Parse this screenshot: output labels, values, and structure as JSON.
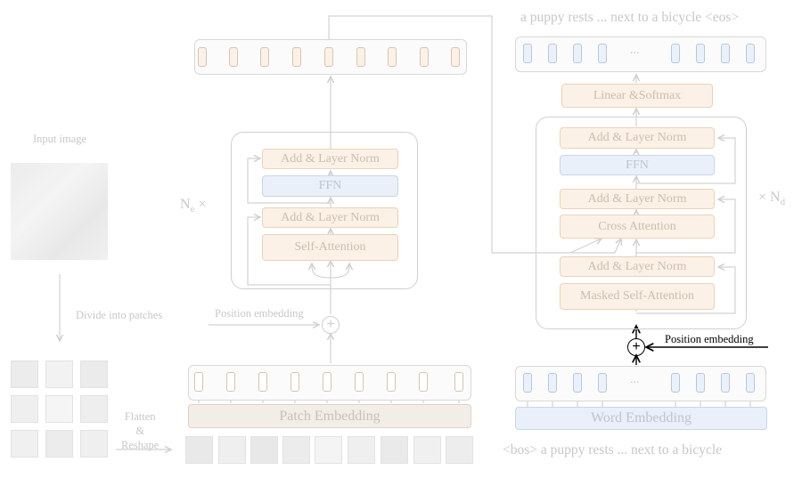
{
  "colors": {
    "orange_fill": "#fcf1e6",
    "blue_fill": "#e9f0f9",
    "faded_gray": "#c8c8c8",
    "highlight_black": "#000000"
  },
  "left": {
    "input_image_label": "Input image",
    "divide_label": "Divide into patches",
    "flatten_label": "Flatten\n&\nReshape"
  },
  "encoder": {
    "add_norm_top": "Add & Layer Norm",
    "ffn": "FFN",
    "add_norm_bottom": "Add & Layer Norm",
    "self_attention": "Self-Attention",
    "repeat_prefix": "N",
    "repeat_subscript": "e",
    "repeat_suffix": "×",
    "position_embedding": "Position embedding",
    "patch_embedding": "Patch Embedding"
  },
  "decoder": {
    "output_text": "a puppy rests ... next to a bicycle <eos>",
    "output_ellipsis": "...",
    "linear_softmax": "Linear &Softmax",
    "add_norm_1": "Add & Layer Norm",
    "ffn": "FFN",
    "add_norm_2": "Add & Layer Norm",
    "cross_attention": "Cross Attention",
    "add_norm_3": "Add & Layer Norm",
    "masked_self_attention": "Masked Self-Attention",
    "repeat_prefix": "×",
    "repeat_symbol": "N",
    "repeat_subscript": "d",
    "position_embedding": "Position embedding",
    "input_ellipsis": "...",
    "word_embedding": "Word Embedding",
    "input_text": "<bos> a puppy rests ... next to a bicycle"
  },
  "plus_symbol": "+"
}
